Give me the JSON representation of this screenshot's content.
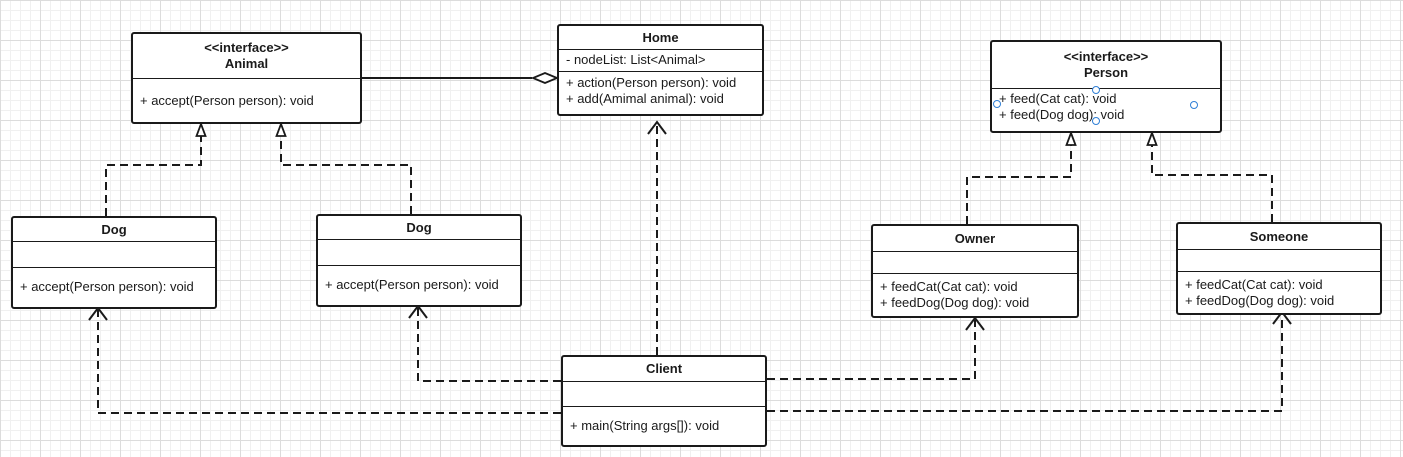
{
  "classes": {
    "animal": {
      "stereotype": "<<interface>>",
      "name": "Animal",
      "attributes": [],
      "methods": [
        "+ accept(Person person): void"
      ]
    },
    "home": {
      "name": "Home",
      "attributes": [
        "- nodeList: List<Animal>"
      ],
      "methods": [
        "+ action(Person person): void",
        "+ add(Amimal animal): void"
      ]
    },
    "person": {
      "stereotype": "<<interface>>",
      "name": "Person",
      "attributes": [],
      "methods": [
        "+ feed(Cat cat): void",
        "+ feed(Dog dog): void"
      ]
    },
    "dog_left": {
      "name": "Dog",
      "attributes": [],
      "methods": [
        "+ accept(Person person): void"
      ]
    },
    "dog_right": {
      "name": "Dog",
      "attributes": [],
      "methods": [
        "+ accept(Person person): void"
      ]
    },
    "owner": {
      "name": "Owner",
      "attributes": [],
      "methods": [
        "+ feedCat(Cat cat): void",
        "+ feedDog(Dog dog): void"
      ]
    },
    "someone": {
      "name": "Someone",
      "attributes": [],
      "methods": [
        "+ feedCat(Cat cat): void",
        "+ feedDog(Dog dog): void"
      ]
    },
    "client": {
      "name": "Client",
      "attributes": [],
      "methods": [
        "+ main(String args[]): void"
      ]
    }
  },
  "colors": {
    "line": "#1a1a1a",
    "selection": "#2f7fd6",
    "grid": "#dcdcdc"
  }
}
